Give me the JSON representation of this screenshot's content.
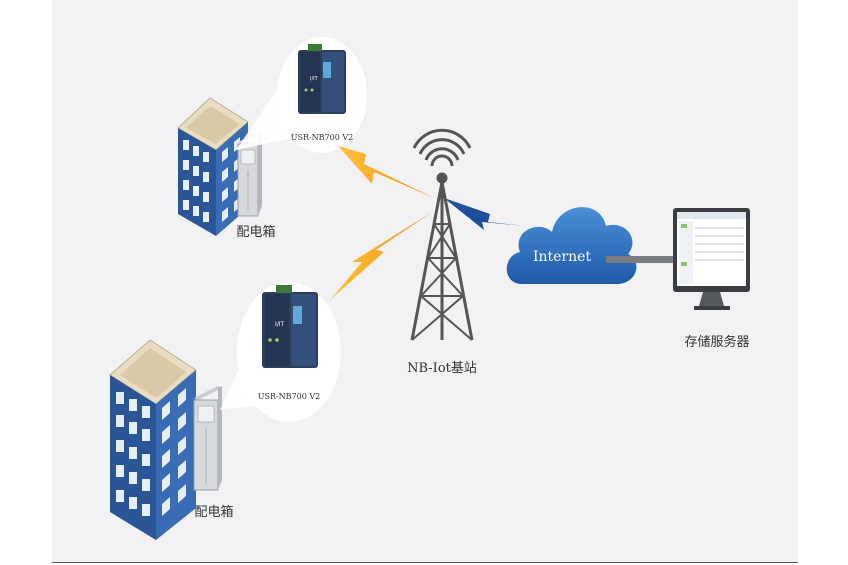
{
  "nodes": {
    "device_top": {
      "model_label": "USR-NB700 V2"
    },
    "device_bottom": {
      "model_label": "USR-NB700 V2"
    },
    "cabinet_top": {
      "label": "配电箱"
    },
    "cabinet_bottom": {
      "label": "配电箱"
    },
    "base_station": {
      "label": "NB-Iot基站"
    },
    "cloud": {
      "label": "Internet"
    },
    "server": {
      "label": "存储服务器"
    }
  },
  "colors": {
    "background": "#f2f2f4",
    "building_blue": "#2c5aa0",
    "building_roof": "#e9dcc3",
    "tower": "#555555",
    "lightning_orange": "#f3a21b",
    "link_blue": "#1f4e9a",
    "cloud_blue": "#2f6fbf"
  }
}
